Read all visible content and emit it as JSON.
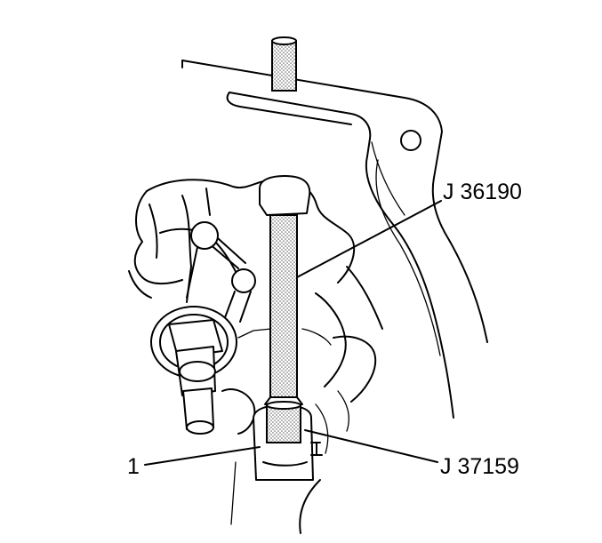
{
  "labels": {
    "tool_upper": "J 36190",
    "tool_lower": "J 37159",
    "component": "1"
  },
  "colors": {
    "ink": "#000000",
    "paper": "#ffffff",
    "stipple": "#9a9a9a"
  }
}
